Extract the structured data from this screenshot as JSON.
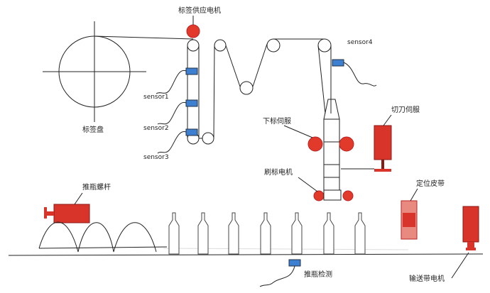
{
  "labels": {
    "label_supply_motor": "标签供应电机",
    "label_disk": "标签盘",
    "sensor1": "sensor1",
    "sensor2": "sensor2",
    "sensor3": "sensor3",
    "sensor4": "sensor4",
    "lower_label_servo": "下标伺服",
    "cutter_servo": "切刀伺服",
    "brush_motor": "刷标电机",
    "screw": "推瓶螺杆",
    "positioning_belt": "定位皮带",
    "bottle_detect": "推瓶检测",
    "conveyor_motor": "输送带电机"
  },
  "colors": {
    "motor_red": "#e23a2a",
    "sensor_blue": "#3d7fd0",
    "line": "#222222"
  },
  "icons": {
    "motor": "red-circle-motor-icon",
    "sensor": "blue-rect-sensor-icon"
  }
}
